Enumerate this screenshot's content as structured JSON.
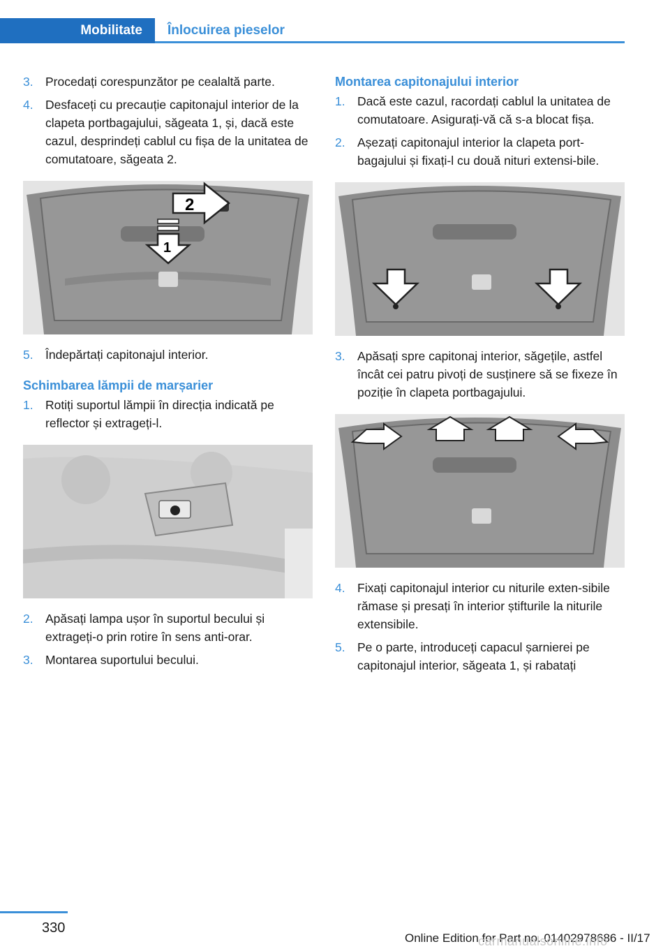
{
  "header": {
    "tab_active": "Mobilitate",
    "tab_inactive": "Înlocuirea pieselor"
  },
  "left": {
    "steps_a": [
      {
        "num": "3.",
        "text": "Procedați corespunzător pe cealaltă parte."
      },
      {
        "num": "4.",
        "text": "Desfaceți cu precauție capitonajul interior de la clapeta portbagajului, săgeata 1, și, dacă este cazul, desprindeți cablul cu fișa de la unitatea de comutatoare, săgeata 2."
      }
    ],
    "figure1_labels": [
      "1",
      "2"
    ],
    "step_b": {
      "num": "5.",
      "text": "Îndepărtați capitonajul interior."
    },
    "heading": "Schimbarea lămpii de marșarier",
    "steps_c": [
      {
        "num": "1.",
        "text": "Rotiți suportul lămpii în direcția indicată pe reflector și extrageți-l."
      }
    ],
    "steps_d": [
      {
        "num": "2.",
        "text": "Apăsați lampa ușor în suportul becului și extrageți-o prin rotire în sens anti-orar."
      },
      {
        "num": "3.",
        "text": "Montarea suportului becului."
      }
    ]
  },
  "right": {
    "heading": "Montarea capitonajului interior",
    "steps_a": [
      {
        "num": "1.",
        "text": "Dacă este cazul, racordați cablul la unitatea de comutatoare. Asigurați-vă că s-a blocat fișa."
      },
      {
        "num": "2.",
        "text": "Așezați capitonajul interior la clapeta port‐bagajului și fixați-l cu două nituri extensi‐bile."
      }
    ],
    "steps_b": [
      {
        "num": "3.",
        "text": "Apăsați spre capitonaj interior, săgețile, astfel încât cei patru pivoți de susținere să se fixeze în poziție în clapeta portbagajului."
      }
    ],
    "steps_c": [
      {
        "num": "4.",
        "text": "Fixați capitonajul interior cu niturile exten‐sibile rămase și presați în interior știfturile la niturile extensibile."
      },
      {
        "num": "5.",
        "text": "Pe o parte, introduceți capacul șarnierei pe capitonajul interior, săgeata 1, și rabatați"
      }
    ]
  },
  "footer": {
    "page_number": "330",
    "edition": "Online Edition for Part no. 01402978686 - II/17",
    "watermark": "carmanualsonline.info"
  }
}
